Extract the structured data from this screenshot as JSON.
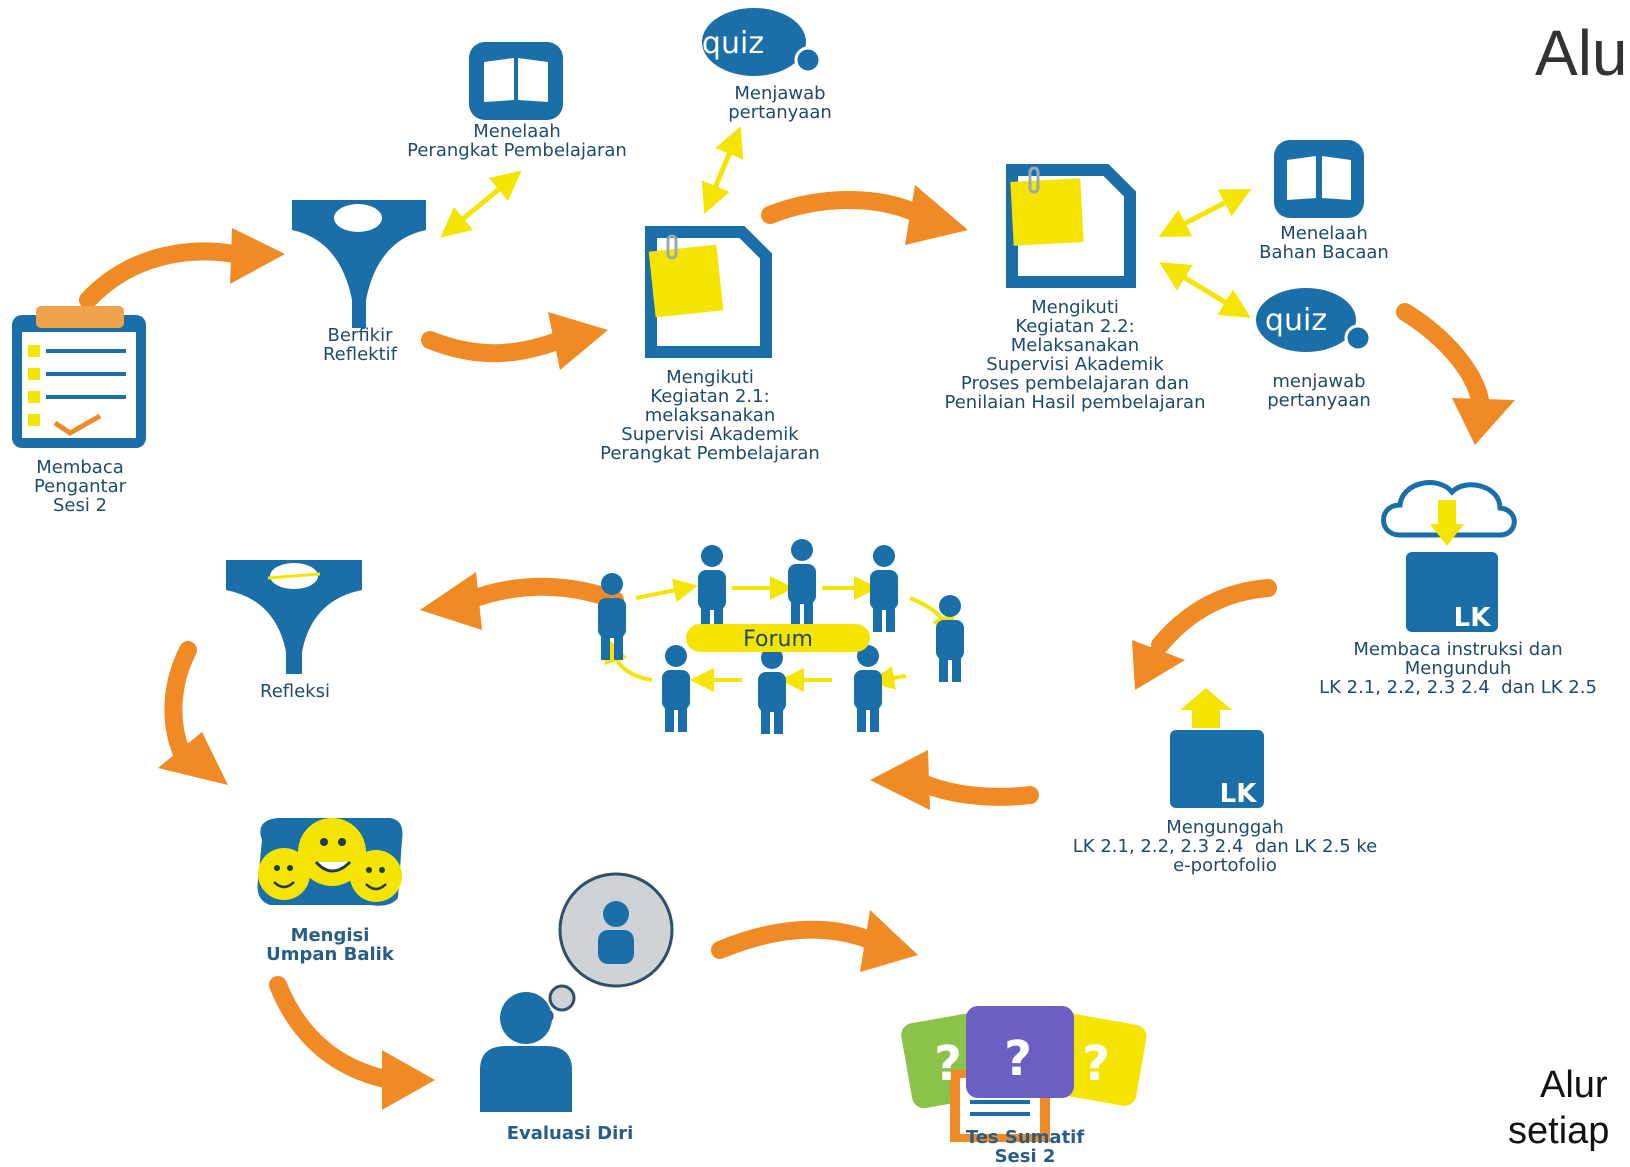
{
  "title": "Alu",
  "steps": {
    "membaca_pengantar": "Membaca\nPengantar\nSesi 2",
    "berfikir_reflektif": "Berfikir\nReflektif",
    "menelaah_perangkat": "Menelaah\nPerangkat Pembelajaran",
    "menjawab_pertanyaan_1": "Menjawab\npertanyaan",
    "kegiatan_2_1": "Mengikuti\nKegiatan 2.1:\nmelaksanakan\nSupervisi Akademik\nPerangkat Pembelajaran",
    "kegiatan_2_2": "Mengikuti\nKegiatan 2.2:\nMelaksanakan\nSupervisi Akademik\nProses pembelajaran dan\nPenilaian Hasil pembelajaran",
    "menelaah_bahan": "Menelaah\nBahan Bacaan",
    "menjawab_pertanyaan_2": "menjawab\npertanyaan",
    "membaca_instruksi": "Membaca instruksi dan\nMengunduh\nLK 2.1, 2.2, 2.3 2.4  dan LK 2.5",
    "mengunggah": "Mengunggah\nLK 2.1, 2.2, 2.3 2.4  dan LK 2.5 ke\ne-portofolio",
    "forum": "Forum",
    "refleksi": "Refleksi",
    "mengisi_umpan_balik": "Mengisi\nUmpan Balik",
    "evaluasi_diri": "Evaluasi Diri",
    "tes_sumatif": "Tes Sumatif\nSesi 2"
  },
  "icon_text": {
    "quiz": "quiz",
    "lk": "LK",
    "question_mark": "?"
  },
  "side_text": {
    "line1": "Alur",
    "line2": "setiap"
  },
  "colors": {
    "blue": "#1b6fa8",
    "orange": "#f08a24",
    "yellow": "#f5e400",
    "dark_text": "#1f4a6a"
  }
}
